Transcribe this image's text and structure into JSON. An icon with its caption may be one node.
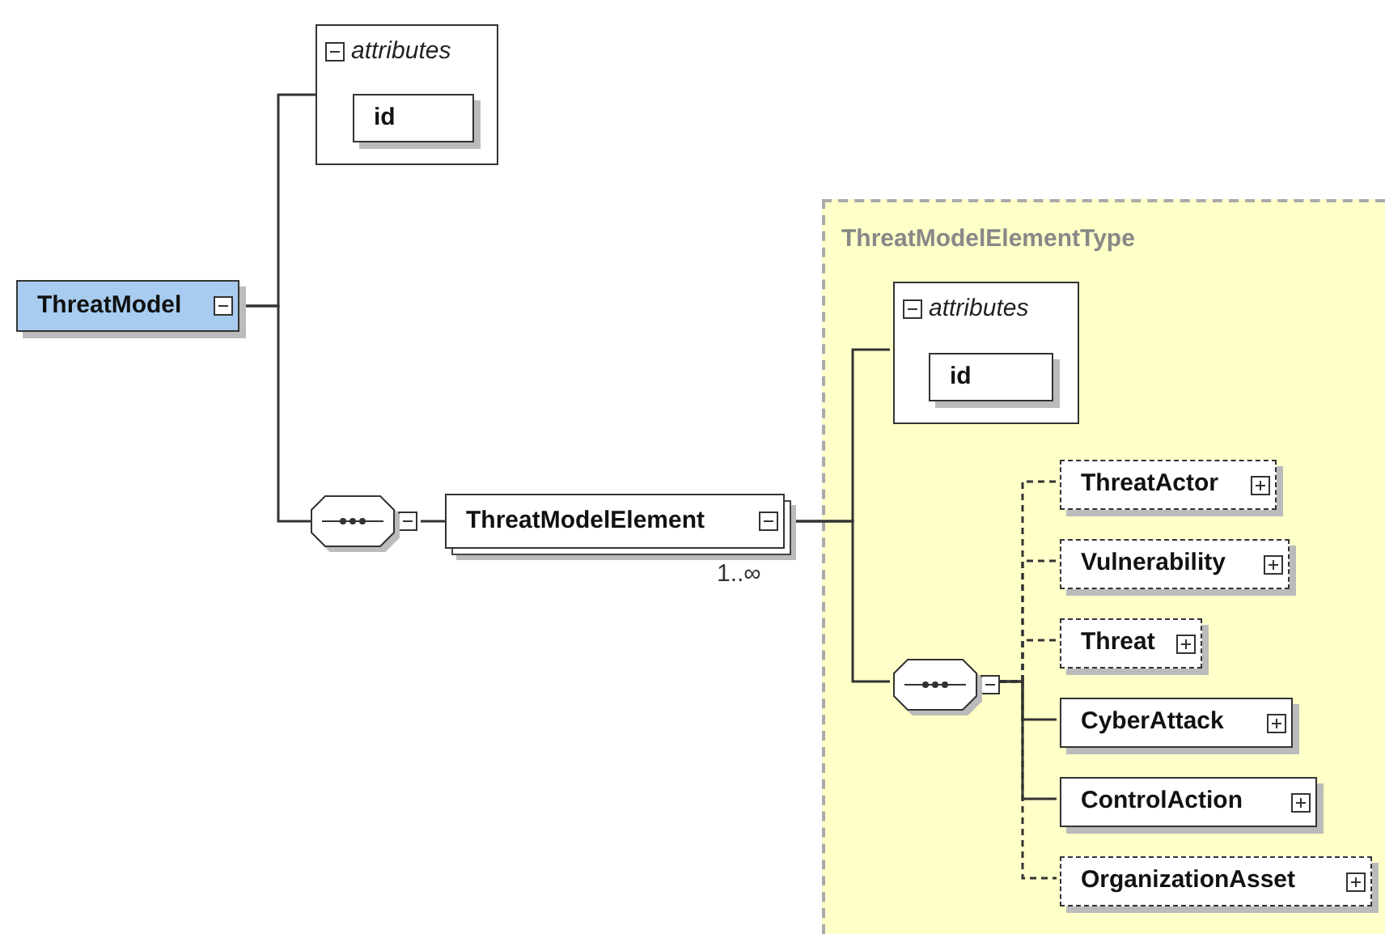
{
  "diagram": {
    "nodes": [
      {
        "text": [
          "ThreatModel"
        ]
      },
      {
        "text": [
          "attributes"
        ]
      },
      {
        "text": [
          "id"
        ],
        "in": 1
      },
      {
        "text": [],
        "shape": "octagon"
      },
      {
        "text": [
          "ThreatModelElement"
        ],
        "beside": [
          "1..∞"
        ]
      },
      {
        "text": [
          "ThreatModelElementType"
        ]
      },
      {
        "text": [
          "attributes"
        ],
        "in": 5
      },
      {
        "text": [
          "id"
        ],
        "in": 6
      },
      {
        "text": [],
        "shape": "octagon",
        "in": 5
      },
      {
        "text": [
          "ThreatActor"
        ],
        "in": 5
      },
      {
        "text": [
          "Vulnerability"
        ],
        "in": 5
      },
      {
        "text": [
          "Threat"
        ],
        "in": 5
      },
      {
        "text": [
          "CyberAttack"
        ],
        "in": 5
      },
      {
        "text": [
          "ControlAction"
        ],
        "in": 5
      },
      {
        "text": [
          "OrganizationAsset"
        ],
        "in": 5
      }
    ],
    "edges": [
      {
        "from": 0,
        "to": 1,
        "arrow": "none"
      },
      {
        "from": 0,
        "to": 3,
        "arrow": "none"
      },
      {
        "from": 3,
        "to": 4,
        "arrow": "none"
      },
      {
        "from": 4,
        "to": 6,
        "arrow": "none"
      },
      {
        "from": 4,
        "to": 8,
        "arrow": "none"
      },
      {
        "from": 8,
        "to": 9,
        "arrow": "none",
        "style": "dashed"
      },
      {
        "from": 8,
        "to": 10,
        "arrow": "none",
        "style": "dashed"
      },
      {
        "from": 8,
        "to": 11,
        "arrow": "none",
        "style": "dashed"
      },
      {
        "from": 8,
        "to": 12,
        "arrow": "none"
      },
      {
        "from": 8,
        "to": 13,
        "arrow": "none"
      },
      {
        "from": 8,
        "to": 14,
        "arrow": "none",
        "style": "dashed"
      }
    ]
  }
}
